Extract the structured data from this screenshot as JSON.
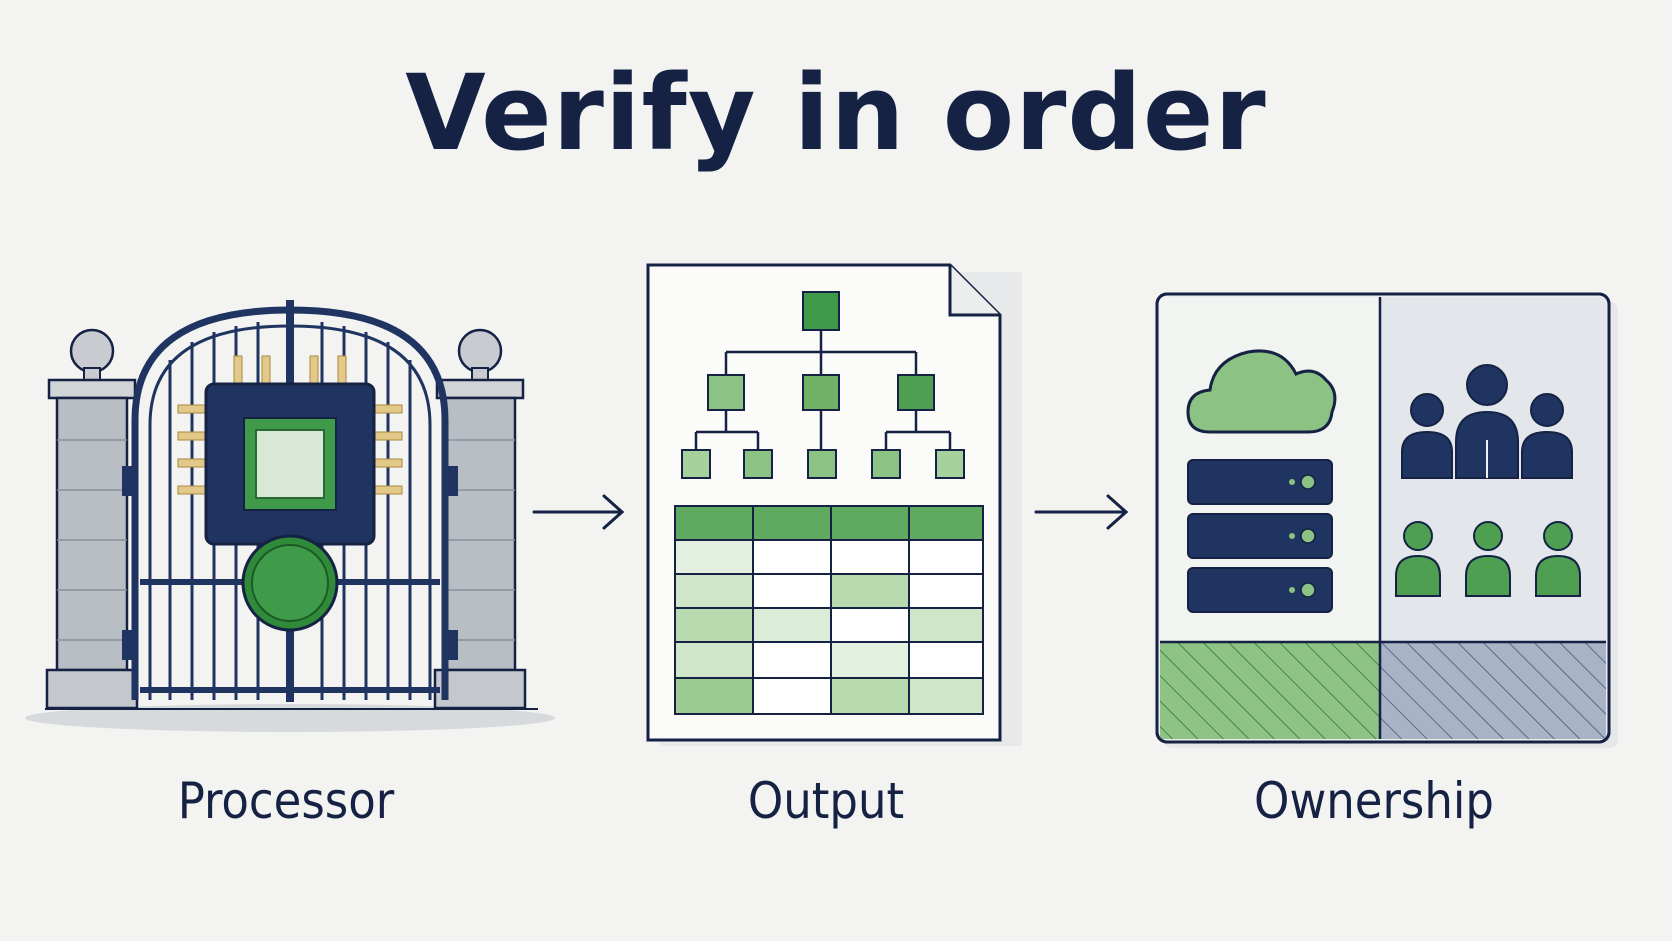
{
  "title": "Verify in order",
  "steps": [
    {
      "label": "Processor",
      "icon": "gated-processor-icon"
    },
    {
      "label": "Output",
      "icon": "tree-table-document-icon"
    },
    {
      "label": "Ownership",
      "icon": "cloud-and-team-split-icon"
    }
  ],
  "colors": {
    "navy": "#1f3461",
    "green": "#3f9a4a",
    "light_green": "#9ccb94",
    "ink": "#152244",
    "stone": "#b9bec4",
    "gold": "#e2c98a"
  }
}
